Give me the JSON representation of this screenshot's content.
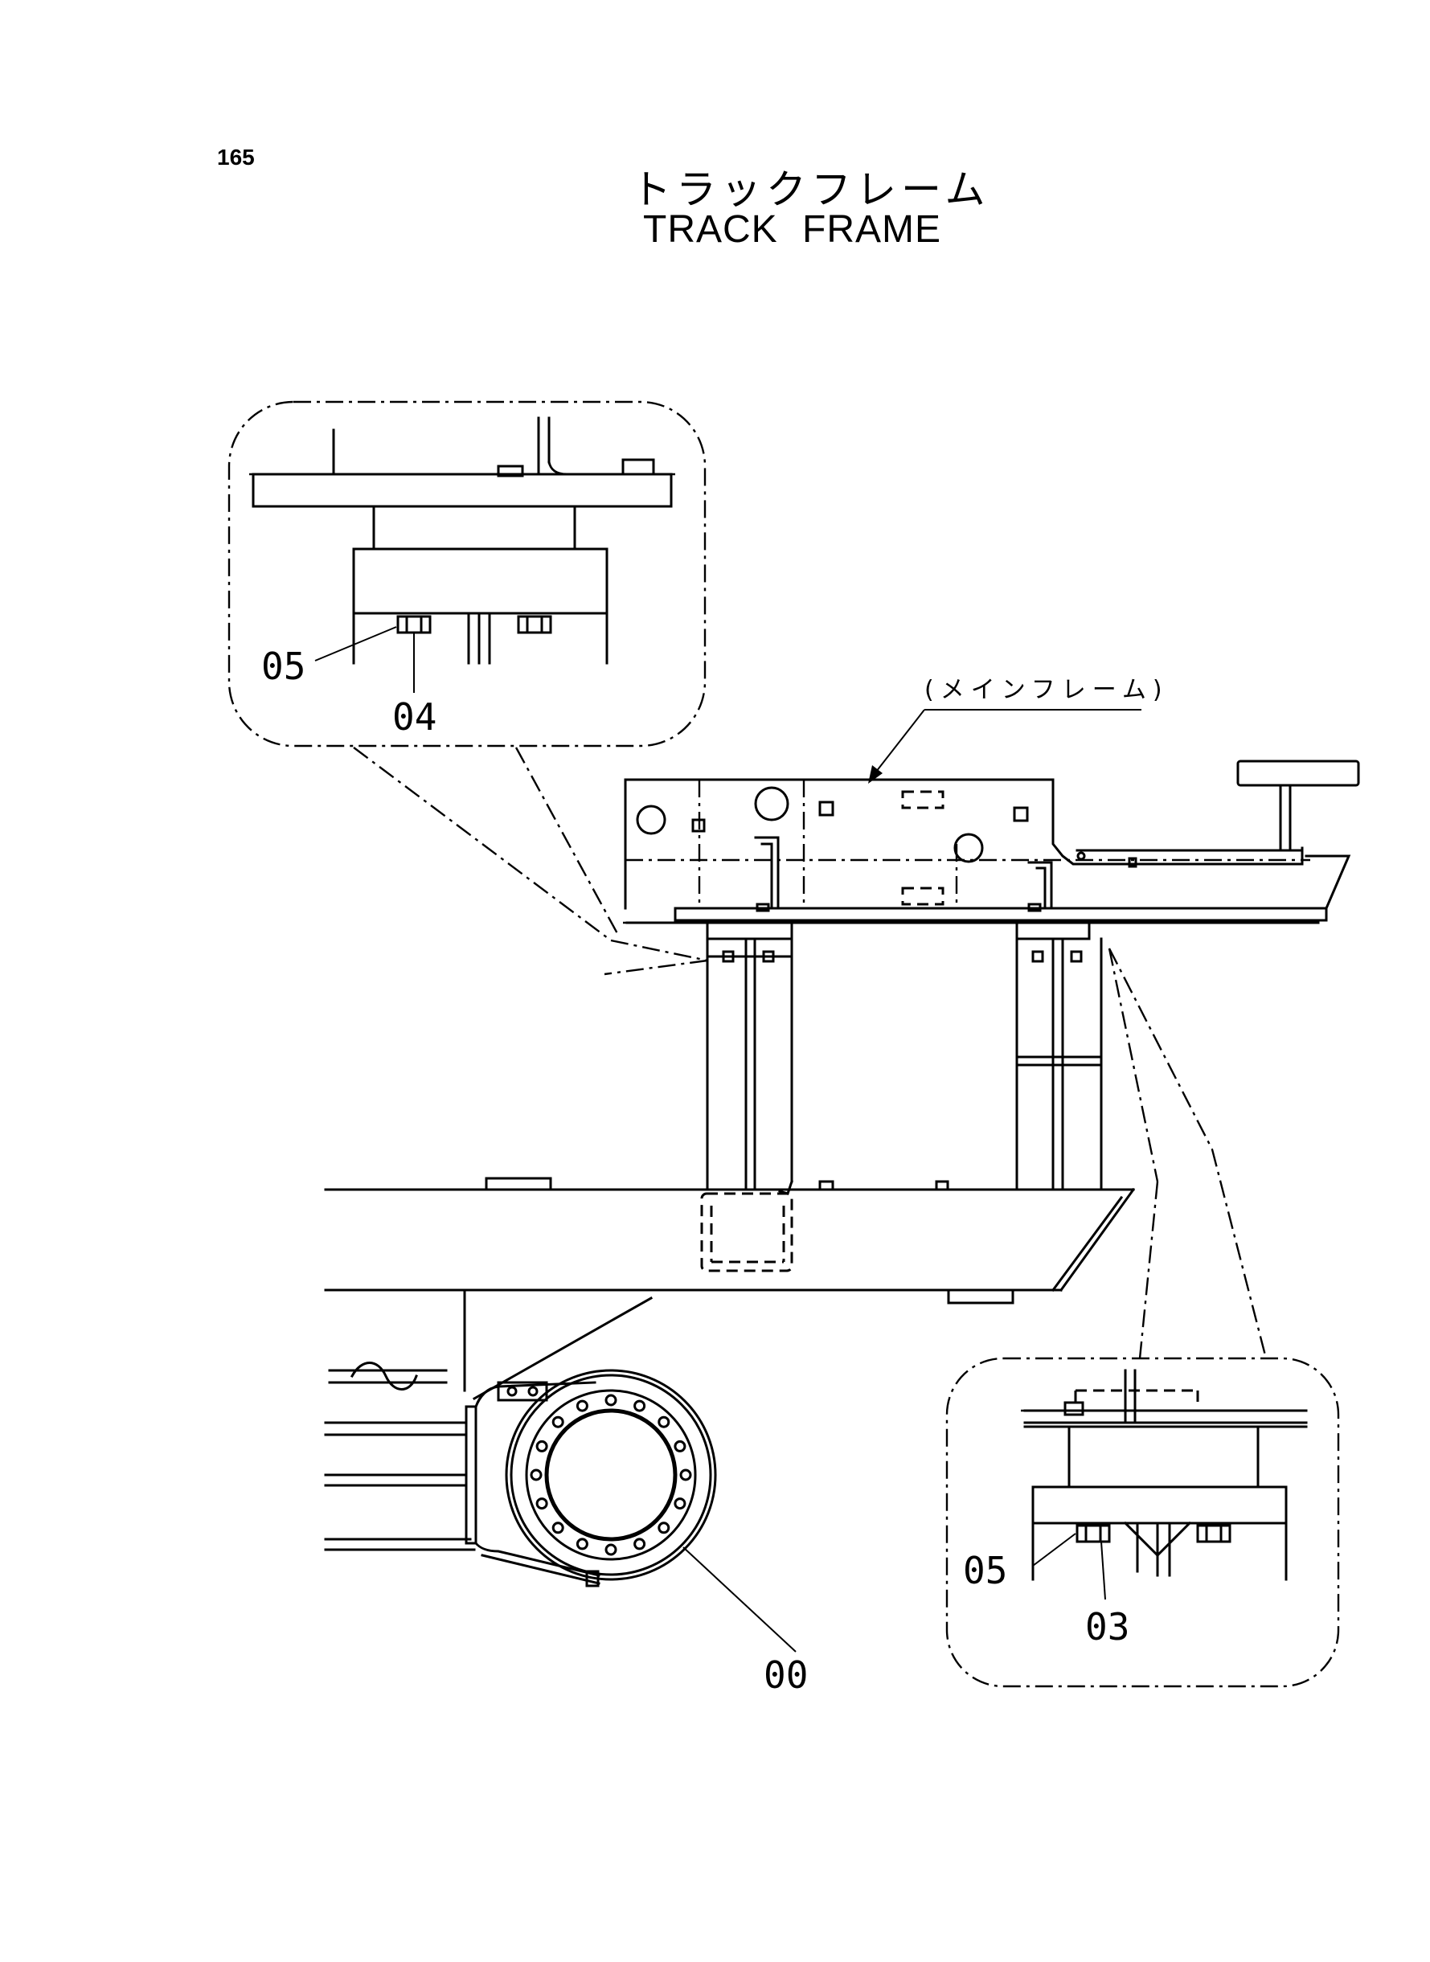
{
  "page": {
    "number": "165"
  },
  "title": {
    "japanese": "トラックフレーム",
    "english": "TRACK FRAME"
  },
  "callouts": {
    "main_frame": "(メインフレーム)",
    "detail_top_nut": "05",
    "detail_top_bolt": "04",
    "detail_bottom_nut": "05",
    "detail_bottom_bolt": "03",
    "track_frame": "00"
  }
}
